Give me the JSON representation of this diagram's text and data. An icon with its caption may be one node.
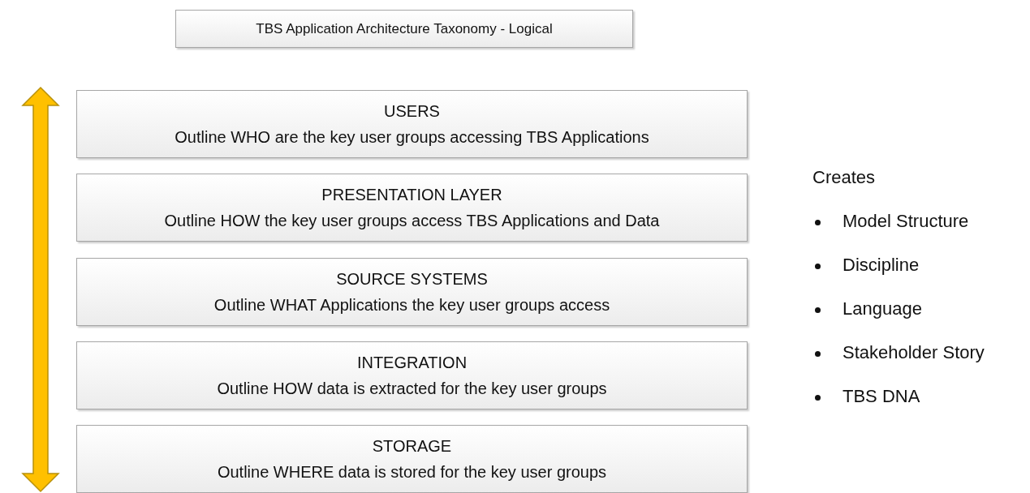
{
  "diagram": {
    "title": "TBS Application Architecture Taxonomy - Logical",
    "nodes": [
      {
        "text": [
          "USERS",
          "Outline WHO are the key user groups accessing TBS Applications"
        ]
      },
      {
        "text": [
          "PRESENTATION LAYER",
          "Outline HOW the key user groups access TBS Applications and Data"
        ]
      },
      {
        "text": [
          "SOURCE SYSTEMS",
          "Outline WHAT Applications the key user groups access"
        ]
      },
      {
        "text": [
          "INTEGRATION",
          "Outline HOW data is extracted for the key user groups"
        ]
      },
      {
        "text": [
          "STORAGE",
          "Outline WHERE data is stored for the key user groups"
        ]
      }
    ],
    "labels": [
      "Creates",
      "Model Structure",
      "Discipline",
      "Language",
      "Stakeholder Story",
      "TBS DNA"
    ]
  }
}
